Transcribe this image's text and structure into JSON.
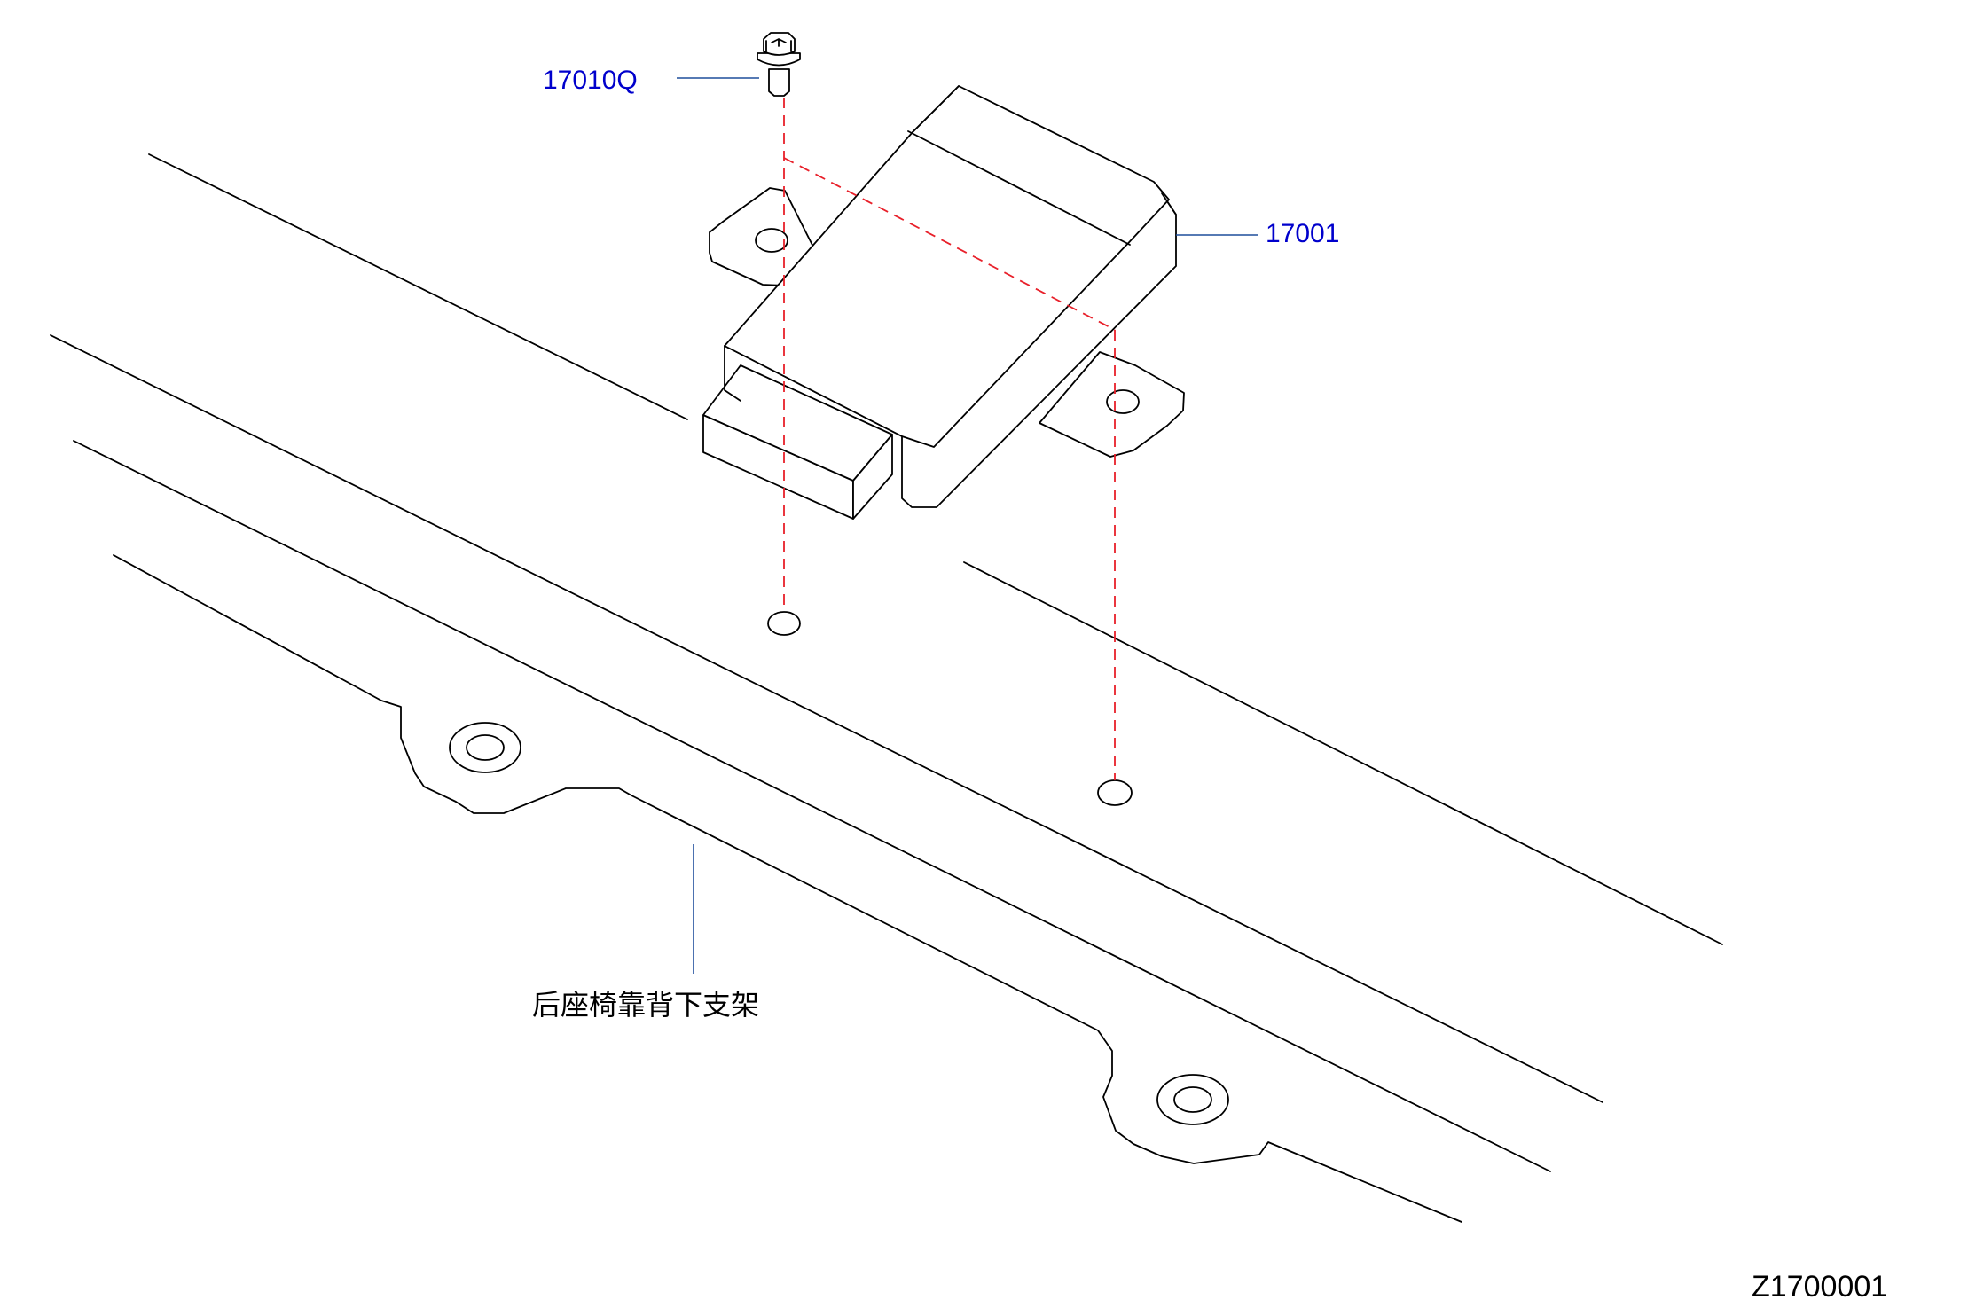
{
  "callouts": {
    "bolt": "17010Q",
    "module": "17001"
  },
  "labels": {
    "bracket": "后座椅靠背下支架"
  },
  "diagram_code": "Z1700001",
  "colors": {
    "callout_text": "#0000cc",
    "leader_line": "#1f4e9c",
    "hidden_line": "#e8202a",
    "outline": "#000000"
  }
}
